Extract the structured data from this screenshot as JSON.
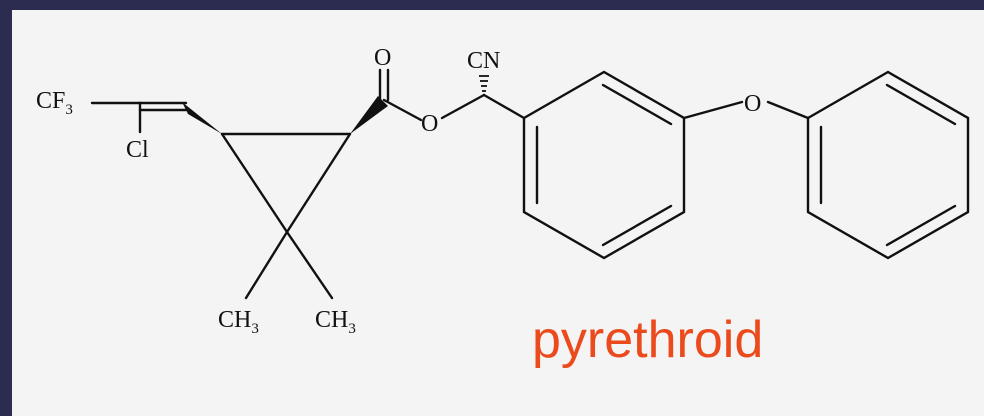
{
  "colors": {
    "slide_background": "#2b2c4f",
    "panel_background": "#f4f4f4",
    "bond_color": "#111111",
    "caption_color": "#ea4a1c"
  },
  "labels": {
    "cf3": "CF",
    "cf3_sub": "3",
    "cl": "Cl",
    "carbonyl_o": "O",
    "ester_o": "O",
    "cn": "CN",
    "ether_o": "O",
    "ch3_left": "CH",
    "ch3_left_sub": "3",
    "ch3_right": "CH",
    "ch3_right_sub": "3"
  },
  "caption": "pyrethroid"
}
